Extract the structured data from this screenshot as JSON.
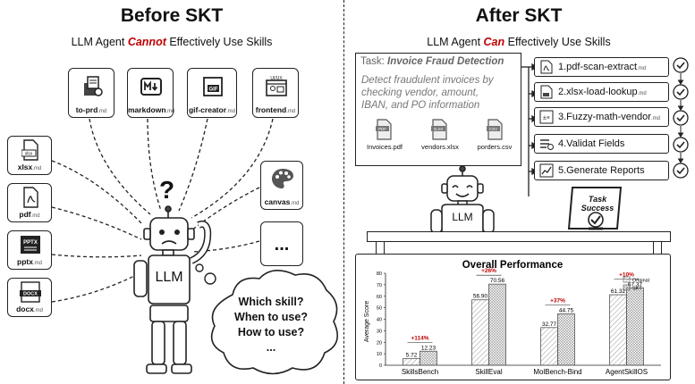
{
  "left": {
    "title": "Before SKT",
    "subtitle_pre": "LLM Agent ",
    "subtitle_emph": "Cannot",
    "subtitle_post": " Effectively Use Skills",
    "robot_label": "LLM",
    "question_mark": "?",
    "skills_top": [
      {
        "name": "to-prd",
        "ext": ".md",
        "icon": "document-box-icon"
      },
      {
        "name": "markdown",
        "ext": ".md",
        "icon": "markdown-icon"
      },
      {
        "name": "gif-creator",
        "ext": ".md",
        "icon": "gif-icon"
      },
      {
        "name": "frontend",
        "ext": ".md",
        "icon": "ui-ux-icon"
      }
    ],
    "skills_left": [
      {
        "name": "xlsx",
        "ext": ".md",
        "icon": "xlsx-file-icon",
        "badge": "xlsx"
      },
      {
        "name": "pdf",
        "ext": ".md",
        "icon": "pdf-file-icon",
        "badge": ""
      },
      {
        "name": "pptx",
        "ext": ".md",
        "icon": "pptx-file-icon",
        "badge": "PPTX"
      },
      {
        "name": "docx",
        "ext": ".md",
        "icon": "docx-file-icon",
        "badge": "DOCX"
      }
    ],
    "skills_right": [
      {
        "name": "canvas",
        "ext": ".md",
        "icon": "palette-icon"
      },
      {
        "name": "...",
        "ext": "",
        "icon": "ellipsis-icon"
      }
    ],
    "bubble_lines": [
      "Which skill?",
      "When to use?",
      "How to use?",
      "..."
    ]
  },
  "right": {
    "title": "After SKT",
    "subtitle_pre": "LLM Agent ",
    "subtitle_emph": "Can",
    "subtitle_post": " Effectively Use Skills",
    "task_prefix": "Task: ",
    "task_name": "Invoice Fraud Detection",
    "task_desc": [
      "Detect fraudulent invoices by",
      "checking vendor, amount,",
      "IBAN, and PO information"
    ],
    "files": [
      {
        "label": "Invoices.pdf",
        "badge": "PDF"
      },
      {
        "label": "vendors.xlsx",
        "badge": "XLSX"
      },
      {
        "label": "porders.csv",
        "badge": "CSV"
      }
    ],
    "steps": [
      {
        "label": "1.pdf-scan-extract",
        "ext": ".md"
      },
      {
        "label": "2.xlsx-load-lookup",
        "ext": ".md"
      },
      {
        "label": "3.Fuzzy-math-vendor",
        "ext": ".md"
      },
      {
        "label": "4.Validat Fields",
        "ext": ""
      },
      {
        "label": "5.Generate Reports",
        "ext": ""
      }
    ],
    "robot_label": "LLM",
    "tablet_line1": "Task",
    "tablet_line2": "Success"
  },
  "chart_data": {
    "type": "bar",
    "title": "Overall Performance",
    "ylabel": "Average Score",
    "xlabel": "",
    "ylim": [
      0,
      80
    ],
    "yticks": [
      0,
      10,
      20,
      30,
      40,
      50,
      60,
      70,
      80
    ],
    "categories": [
      "SkillsBench",
      "SkillEval",
      "MolBench-Bind",
      "AgentSkillOS"
    ],
    "series": [
      {
        "name": "Original",
        "values": [
          5.72,
          56.9,
          32.77,
          61.32
        ]
      },
      {
        "name": "SKT",
        "values": [
          12.23,
          70.56,
          44.75,
          67.37
        ]
      }
    ],
    "value_labels": {
      "Original": [
        "5.72",
        "56.90",
        "32.77",
        "61.32"
      ],
      "SKT": [
        "12.23",
        "70.56",
        "44.75",
        "67.37"
      ]
    },
    "improvements": [
      "+114%",
      "+26%",
      "+37%",
      "+10%"
    ],
    "legend_placement": "top-right",
    "grid": false,
    "colors": {
      "improvement": "#c00000",
      "bar_stroke": "#555555"
    }
  }
}
